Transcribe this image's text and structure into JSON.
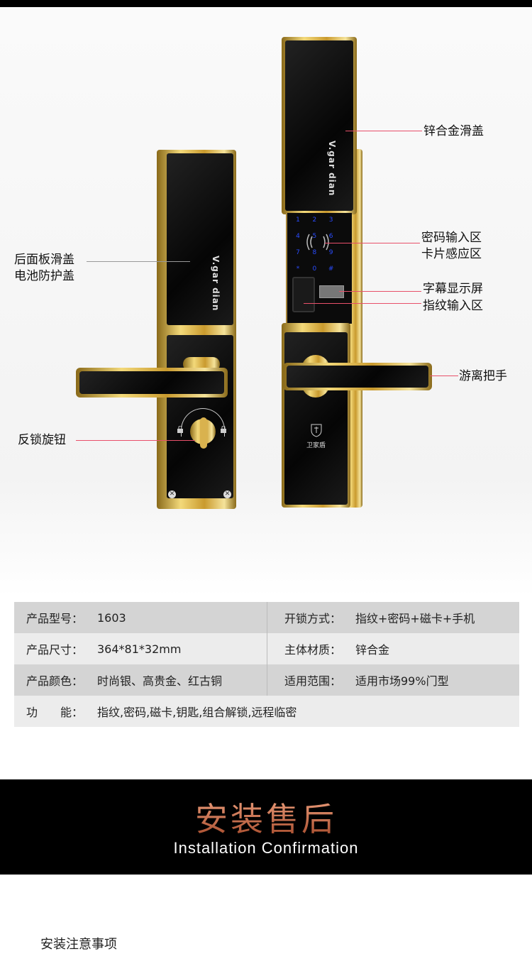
{
  "annotations": {
    "slide_cover": "锌合金滑盖",
    "password_area": "密码输入区",
    "card_area": "卡片感应区",
    "display": "字幕显示屏",
    "fingerprint": "指纹输入区",
    "handle": "游离把手",
    "rear_cover": "后面板滑盖",
    "battery_cover": "电池防护盖",
    "knob": "反锁旋钮"
  },
  "product": {
    "brand": "V.gar dian",
    "logo_text": "卫家盾",
    "keys": [
      "1",
      "2",
      "3",
      "4",
      "5",
      "6",
      "7",
      "8",
      "9",
      "*",
      "0",
      "#"
    ]
  },
  "accent_color": "#e8506a",
  "specs": {
    "rows": [
      {
        "k1": "产品型号：",
        "v1": "1603",
        "k2": "开锁方式：",
        "v2": "指纹+密码+磁卡+手机"
      },
      {
        "k1": "产品尺寸：",
        "v1": "364*81*32mm",
        "k2": "主体材质：",
        "v2": "锌合金"
      },
      {
        "k1": "产品颜色：",
        "v1": "时尚银、高贵金、红古铜",
        "k2": "适用范围：",
        "v2": "适用市场99%门型"
      }
    ],
    "function_label": "功　　能：",
    "function_value": "指纹,密码,磁卡,钥匙,组合解锁,远程临密"
  },
  "banner": {
    "title": "安装售后",
    "subtitle": "Installation Confirmation"
  },
  "section_title": "安装注意事项"
}
